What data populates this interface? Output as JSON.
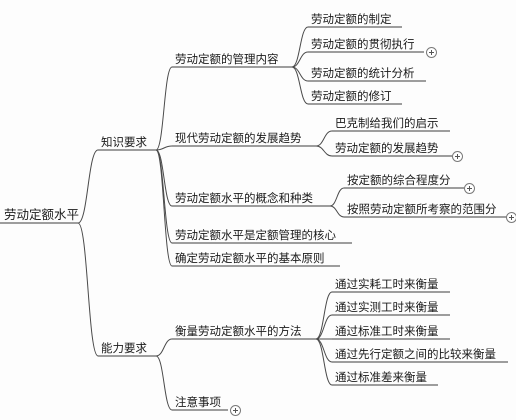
{
  "mindmap": {
    "root": {
      "label": "劳动定额水平"
    },
    "knowledge": {
      "label": "知识要求",
      "children": [
        {
          "label": "劳动定额的管理内容",
          "children": [
            {
              "label": "劳动定额的制定"
            },
            {
              "label": "劳动定额的贯彻执行",
              "collapsed": true
            },
            {
              "label": "劳动定额的统计分析"
            },
            {
              "label": "劳动定额的修订"
            }
          ]
        },
        {
          "label": "现代劳动定额的发展趋势",
          "children": [
            {
              "label": "巴克制给我们的启示"
            },
            {
              "label": "劳动定额的发展趋势",
              "collapsed": true
            }
          ]
        },
        {
          "label": "劳动定额水平的概念和种类",
          "children": [
            {
              "label": "按定额的综合程度分",
              "collapsed": true
            },
            {
              "label": "按照劳动定额所考察的范围分",
              "collapsed": true
            }
          ]
        },
        {
          "label": "劳动定额水平是定额管理的核心"
        },
        {
          "label": "确定劳动定额水平的基本原则"
        }
      ]
    },
    "ability": {
      "label": "能力要求",
      "children": [
        {
          "label": "衡量劳动定额水平的方法",
          "children": [
            {
              "label": "通过实耗工时来衡量"
            },
            {
              "label": "通过实测工时来衡量"
            },
            {
              "label": "通过标准工时来衡量"
            },
            {
              "label": "通过先行定额之间的比较来衡量"
            },
            {
              "label": "通过标准差来衡量"
            }
          ]
        },
        {
          "label": "注意事项",
          "collapsed": true
        }
      ]
    }
  }
}
